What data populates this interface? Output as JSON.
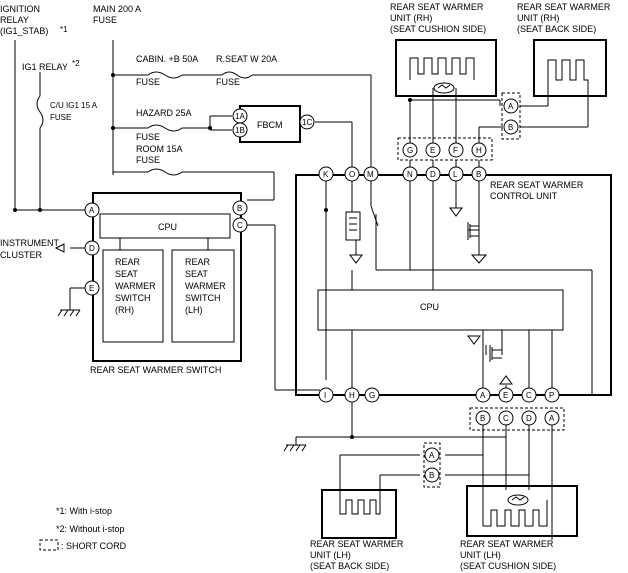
{
  "labels": {
    "ign_relay": [
      "IGNITION",
      "RELAY",
      "(IG1_STAB)"
    ],
    "ign_relay_note": "*1",
    "ig1_relay": "IG1 RELAY",
    "ig1_relay_note": "*2",
    "main_fuse": [
      "MAIN 200 A",
      "FUSE"
    ],
    "cu_fuse": [
      "C/U IG1 15 A",
      "FUSE"
    ],
    "cabin_fuse": [
      "CABIN. +B 50A",
      "FUSE"
    ],
    "rseat_fuse": [
      "R.SEAT W 20A",
      "FUSE"
    ],
    "hazard_fuse": [
      "HAZARD 25A",
      "FUSE"
    ],
    "room_fuse": [
      "ROOM 15A",
      "FUSE"
    ],
    "fbcm": "FBCM",
    "warmer_rh_cushion": [
      "REAR SEAT WARMER",
      "UNIT (RH)",
      "(SEAT CUSHION SIDE)"
    ],
    "warmer_rh_back": [
      "REAR SEAT WARMER",
      "UNIT (RH)",
      "(SEAT BACK SIDE)"
    ],
    "control_unit": [
      "REAR SEAT WARMER",
      "CONTROL UNIT"
    ],
    "cpu": "CPU",
    "switch_rh": [
      "REAR",
      "SEAT",
      "WARMER",
      "SWITCH",
      "(RH)"
    ],
    "switch_lh": [
      "REAR",
      "SEAT",
      "WARMER",
      "SWITCH",
      "(LH)"
    ],
    "switch_title": "REAR SEAT WARMER SWITCH",
    "instrument_cluster": [
      "INSTRUMENT",
      "CLUSTER"
    ],
    "warmer_lh_back": [
      "REAR SEAT WARMER",
      "UNIT (LH)",
      "(SEAT BACK SIDE)"
    ],
    "warmer_lh_cushion": [
      "REAR SEAT WARMER",
      "UNIT (LH)",
      "(SEAT CUSHION SIDE)"
    ],
    "note1": "*1: With i-stop",
    "note2": "*2: Without i-stop",
    "legend": ": SHORT CORD"
  },
  "connectors": {
    "fbcm_1a": "1A",
    "fbcm_1b": "1B",
    "fbcm_1c": "1C",
    "sw_a": "A",
    "sw_b": "B",
    "sw_c": "C",
    "sw_d": "D",
    "sw_e": "E",
    "cu_k": "K",
    "cu_o": "O",
    "cu_m": "M",
    "cu_n": "N",
    "cu_d": "D",
    "cu_l": "L",
    "cu_b": "B",
    "cu_i": "I",
    "cu_h": "H",
    "cu_g": "G",
    "cu_a": "A",
    "cu_e": "E",
    "cu_c": "C",
    "cu_p": "P",
    "rh_g": "G",
    "rh_e": "E",
    "rh_f": "F",
    "rh_h": "H",
    "rh_back_a": "A",
    "rh_back_b": "B",
    "lh_b": "B",
    "lh_c": "C",
    "lh_d": "D",
    "lh_a": "A",
    "lh_back_a": "A",
    "lh_back_b": "B"
  }
}
